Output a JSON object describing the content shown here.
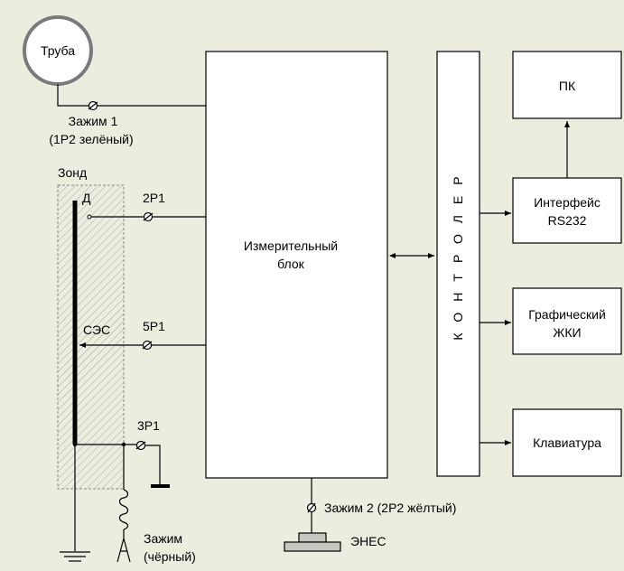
{
  "nodes": {
    "pipe": "Труба",
    "clamp1_line1": "Зажим 1",
    "clamp1_line2": "(1Р2 зелёный)",
    "probe": "Зонд",
    "probe_d": "Д",
    "conn_2p1": "2Р1",
    "probe_ses": "СЭС",
    "conn_5p1": "5Р1",
    "conn_3p1": "3Р1",
    "clamp_black_line1": "Зажим",
    "clamp_black_line2": "(чёрный)",
    "meas_line1": "Измерительный",
    "meas_line2": "блок",
    "controller": "КОНТРОЛЕР",
    "pc": "ПК",
    "iface_line1": "Интерфейс",
    "iface_line2": "RS232",
    "lcd_line1": "Графический",
    "lcd_line2": "ЖКИ",
    "keyboard": "Клавиатура",
    "clamp2": "Зажим 2 (2Р2 жёлтый)",
    "enes": "ЭНЕС"
  },
  "colors": {
    "background": "#ececdf",
    "box_fill": "#ffffff",
    "stroke": "#000000",
    "pipe_ring": "#7a7a7a",
    "probe_hatch": "#9a9a9a"
  }
}
